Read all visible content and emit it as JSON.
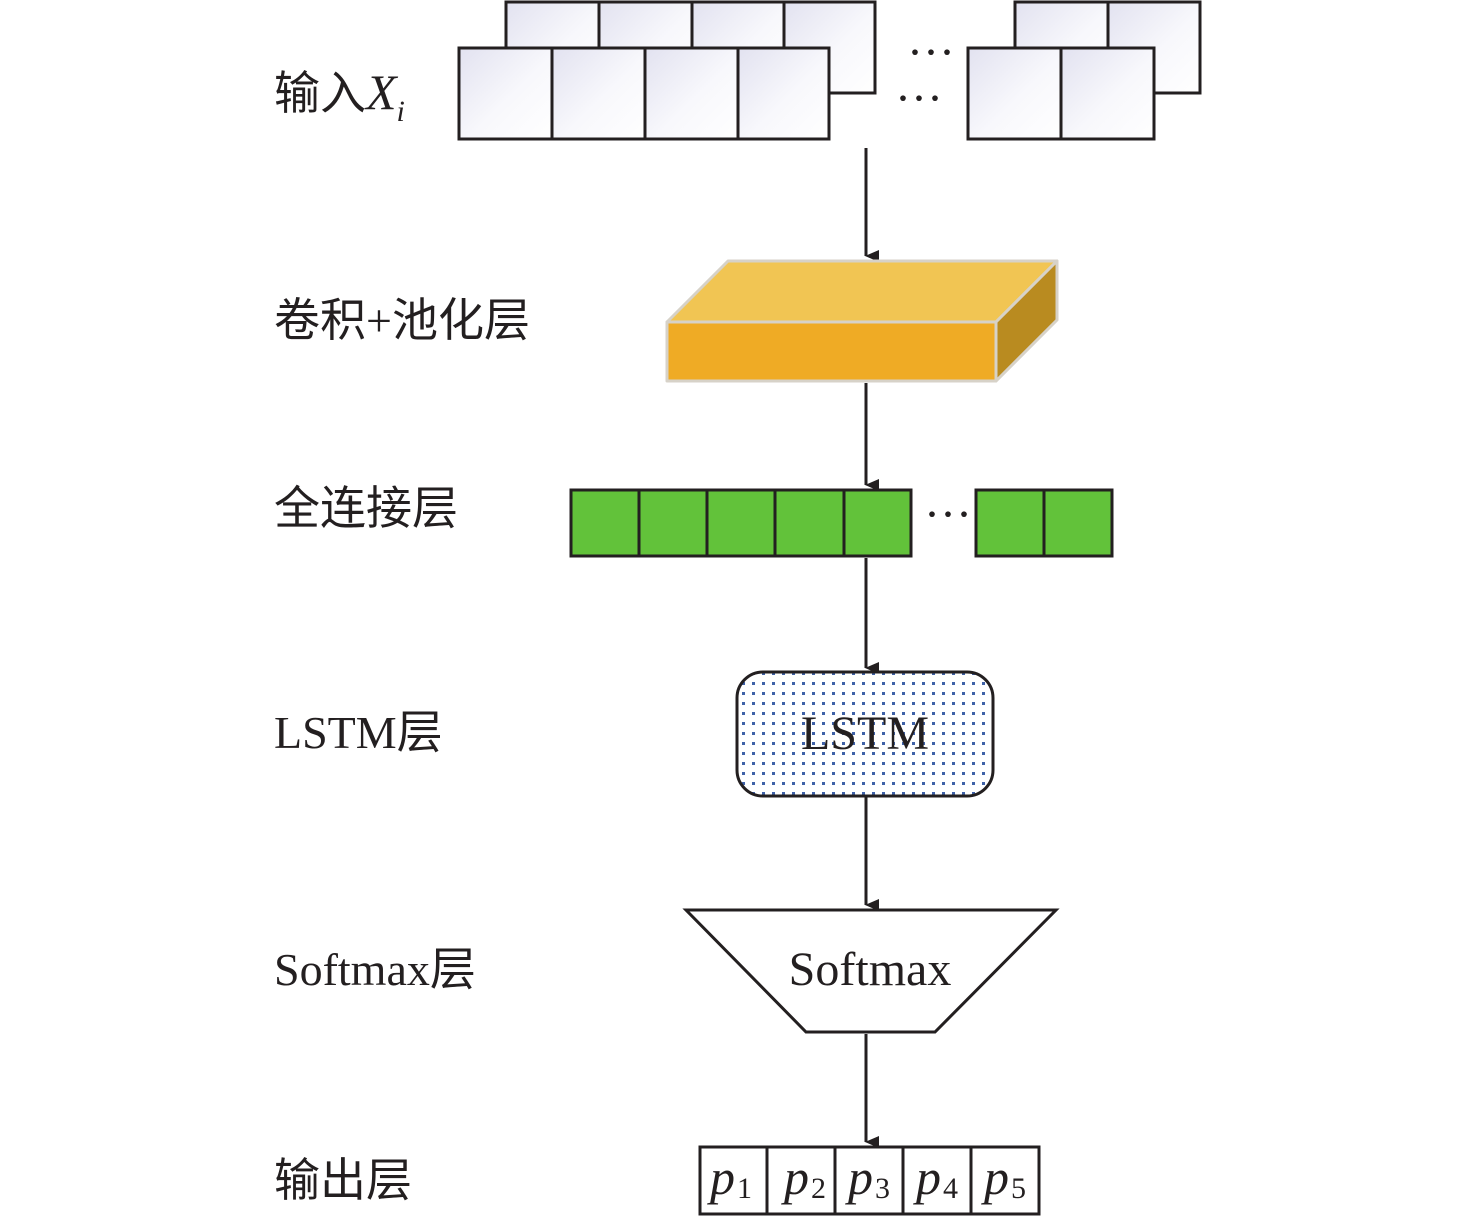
{
  "diagram": {
    "layers": [
      {
        "id": "input",
        "label": "输入",
        "label_symbol": "X",
        "label_subscript": "i"
      },
      {
        "id": "conv",
        "label": "卷积+池化层"
      },
      {
        "id": "fc",
        "label": "全连接层"
      },
      {
        "id": "lstm",
        "label": "LSTM层",
        "block_text": "LSTM"
      },
      {
        "id": "softmax",
        "label": "Softmax层",
        "block_text": "Softmax"
      },
      {
        "id": "output",
        "label": "输出层"
      }
    ],
    "ellipsis": "···",
    "outputs": [
      {
        "symbol": "p",
        "sub": "1"
      },
      {
        "symbol": "p",
        "sub": "2"
      },
      {
        "symbol": "p",
        "sub": "3"
      },
      {
        "symbol": "p",
        "sub": "4"
      },
      {
        "symbol": "p",
        "sub": "5"
      }
    ],
    "colors": {
      "stroke": "#231f20",
      "conv_front": "#efab25",
      "conv_top": "#f1c553",
      "conv_side": "#b98b20",
      "conv_edge": "#d7d2c8",
      "fc_fill": "#62c23a",
      "lstm_dot": "#3f62a8",
      "input_grad_start": "#e4e4f1"
    }
  }
}
